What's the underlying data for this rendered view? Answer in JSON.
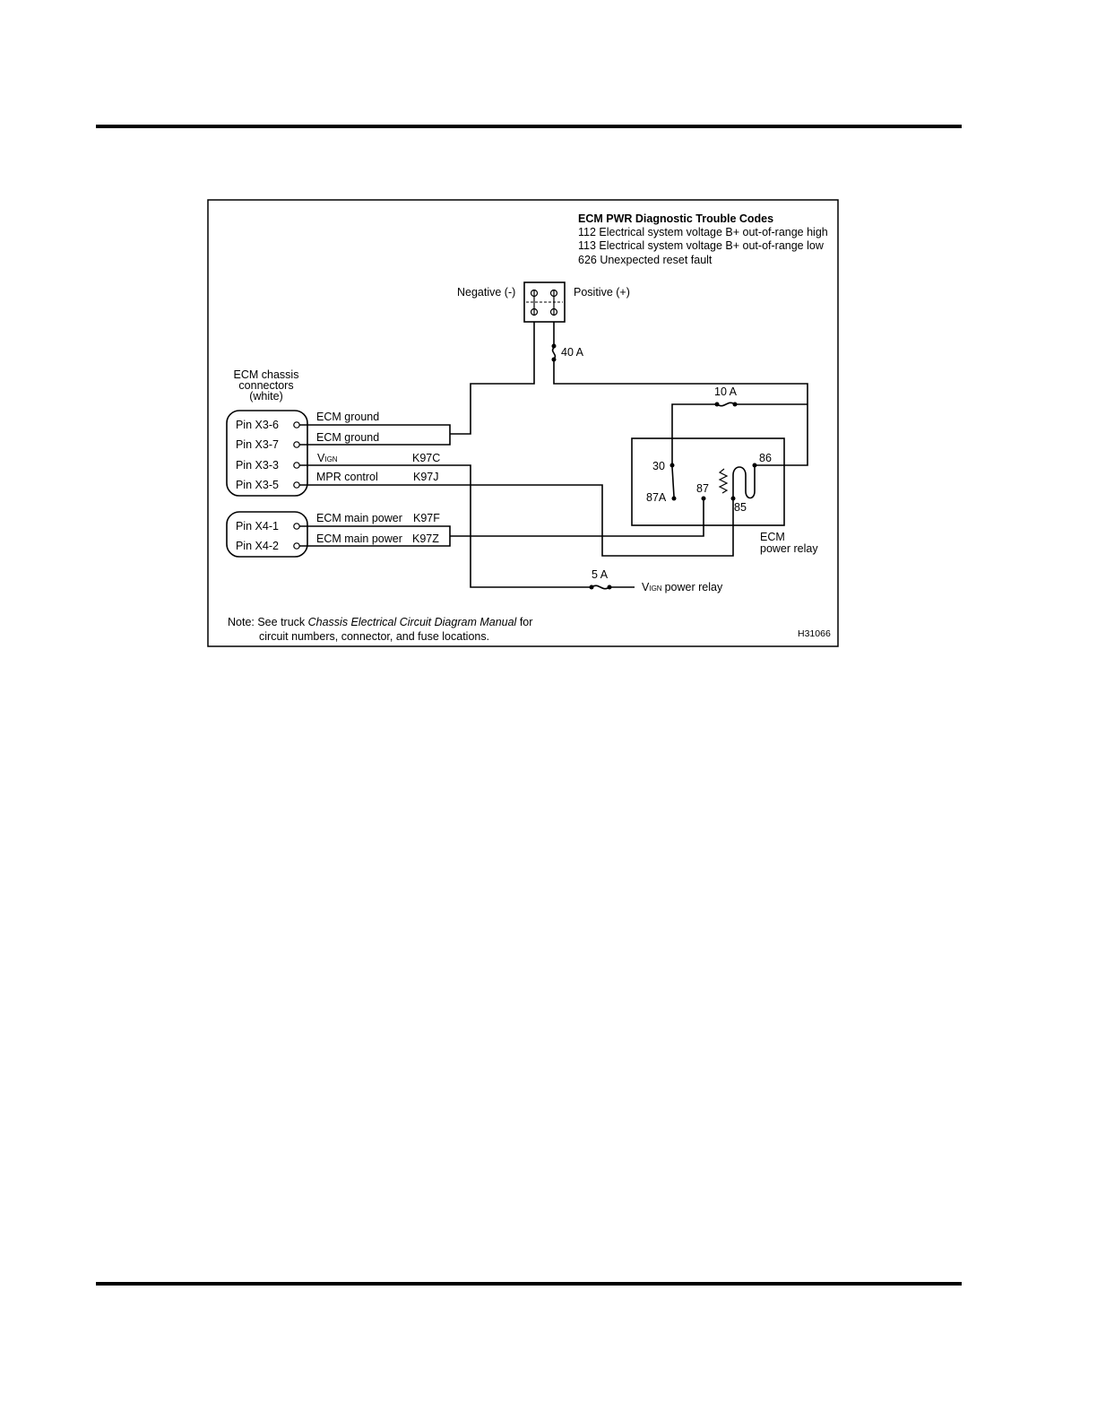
{
  "dtc": {
    "title": "ECM PWR Diagnostic Trouble Codes",
    "codes": [
      "112 Electrical system voltage B+ out-of-range high",
      "113 Electrical system voltage B+ out-of-range low",
      "626 Unexpected reset fault"
    ]
  },
  "battery": {
    "negative": "Negative (-)",
    "positive": "Positive (+)"
  },
  "fuses": {
    "main": "40 A",
    "relay_feed": "10 A",
    "vign": "5 A"
  },
  "connector_title": [
    "ECM chassis",
    "connectors",
    "(white)"
  ],
  "pins_x3": [
    "Pin X3-6",
    "Pin X3-7",
    "Pin X3-3",
    "Pin X3-5"
  ],
  "pins_x4": [
    "Pin X4-1",
    "Pin X4-2"
  ],
  "circuits": {
    "ecm_ground_1": "ECM ground",
    "ecm_ground_2": "ECM ground",
    "vign_v": "V",
    "vign_sub": "IGN",
    "k97c": "K97C",
    "mpr_control": "MPR control",
    "k97j": "K97J",
    "ecm_main_power_1": "ECM main power",
    "k97f": "K97F",
    "ecm_main_power_2": "ECM main power",
    "k97z": "K97Z"
  },
  "relay": {
    "terminals": {
      "t30": "30",
      "t87a": "87A",
      "t87": "87",
      "t86": "86",
      "t85": "85"
    },
    "label_line1": "ECM",
    "label_line2": "power relay"
  },
  "vign_relay": {
    "v": "V",
    "sub": "IGN",
    "text": "power relay"
  },
  "note": {
    "prefix": "Note: See truck ",
    "manual": "Chassis Electrical Circuit Diagram Manual",
    "suffix": " for",
    "line2": "circuit numbers, connector, and fuse locations."
  },
  "figure_id": "H31066"
}
